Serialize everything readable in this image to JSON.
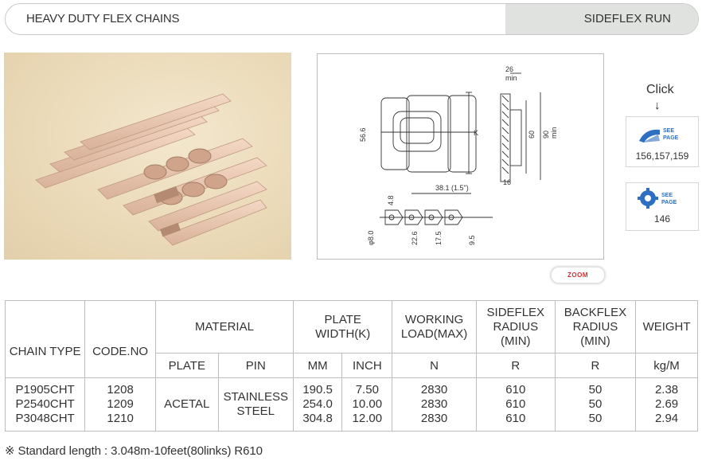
{
  "header": {
    "left_title": "HEAVY DUTY FLEX CHAINS",
    "right_title": "SIDEFLEX RUN"
  },
  "diagram": {
    "labels": [
      "26",
      "min",
      "56.6",
      "K",
      "60",
      "90",
      "min",
      "16",
      "4.8",
      "38.1 (1.5\")",
      "φ8.0",
      "22.6",
      "17.5",
      "9.5"
    ]
  },
  "zoom_label": "ZOOM",
  "click_label": "Click",
  "see_cards": [
    {
      "badge_text": "SEE PAGE",
      "pages": "156,157,159"
    },
    {
      "badge_text": "SEE PAGE",
      "pages": "146"
    }
  ],
  "table": {
    "headers": {
      "chain_type": "CHAIN TYPE",
      "code_no": "CODE.NO",
      "material": "MATERIAL",
      "plate_width": "PLATE WIDTH(K)",
      "working_load": "WORKING LOAD(MAX)",
      "sideflex_radius": "SIDEFLEX RADIUS (MIN)",
      "backflex_radius": "BACKFLEX RADIUS (MIN)",
      "weight": "WEIGHT"
    },
    "subheaders": {
      "plate": "PLATE",
      "pin": "PIN",
      "mm": "MM",
      "inch": "INCH",
      "load_unit": "N",
      "side_unit": "R",
      "back_unit": "R",
      "weight_unit": "kg/M"
    },
    "rows": [
      {
        "chain_type": "P1905CHT",
        "code_no": "1208",
        "mm": "190.5",
        "inch": "7.50",
        "load": "2830",
        "side": "610",
        "back": "50",
        "weight": "2.38"
      },
      {
        "chain_type": "P2540CHT",
        "code_no": "1209",
        "mm": "254.0",
        "inch": "10.00",
        "load": "2830",
        "side": "610",
        "back": "50",
        "weight": "2.69"
      },
      {
        "chain_type": "P3048CHT",
        "code_no": "1210",
        "mm": "304.8",
        "inch": "12.00",
        "load": "2830",
        "side": "610",
        "back": "50",
        "weight": "2.94"
      }
    ],
    "material_plate": "ACETAL",
    "material_pin": "STAINLESS STEEL"
  },
  "note": "※ Standard length : 3.048m-10feet(80links) R610"
}
